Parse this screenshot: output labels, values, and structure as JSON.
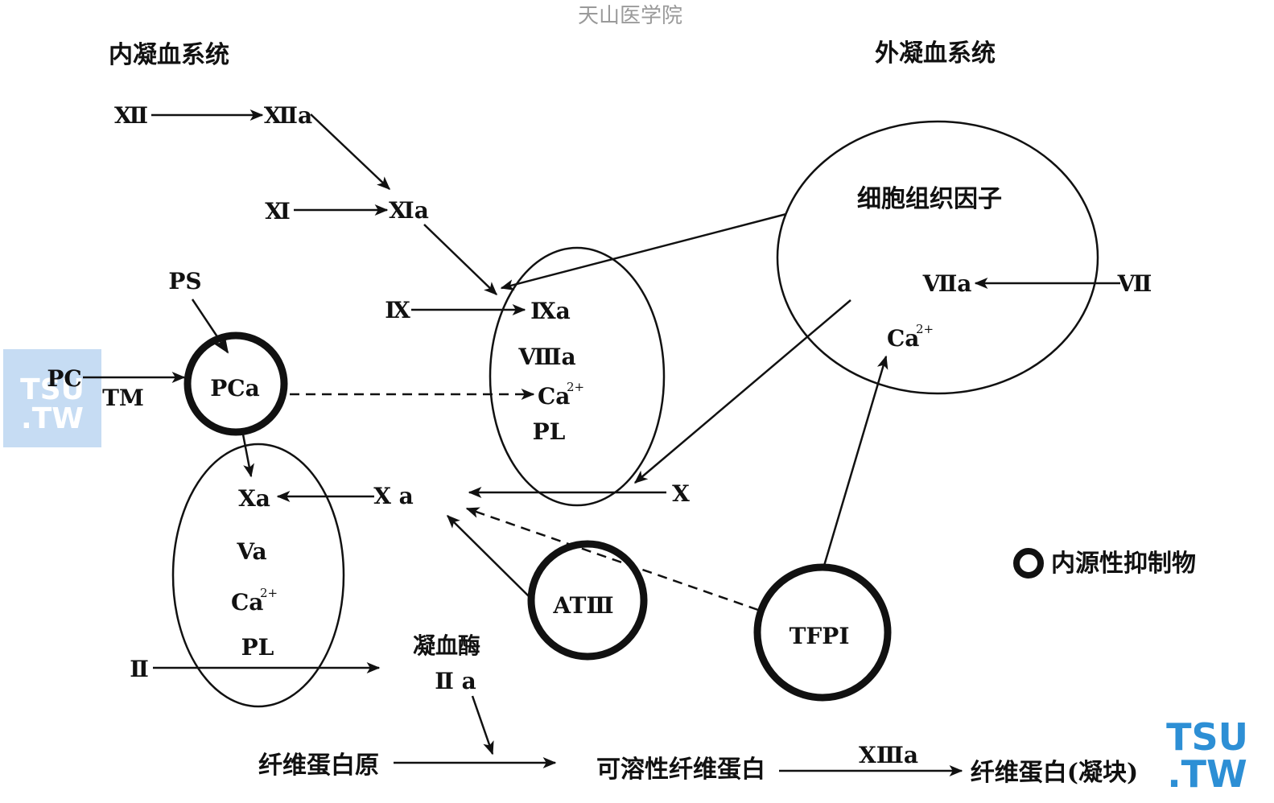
{
  "watermark": {
    "top_text": "天山医学院",
    "left_line1": "TSU",
    "left_line2": ".TW",
    "right_line1": "TSU",
    "right_line2": ".TW",
    "colors": {
      "blue": "#2d8fd5",
      "green": "#43b04a",
      "light_box": "#c6dcf3"
    }
  },
  "headers": {
    "intrinsic": "内凝血系统",
    "extrinsic": "外凝血系统"
  },
  "labels": {
    "f12": "Ⅻ",
    "f12a": "Ⅻa",
    "f11": "Ⅺ",
    "f11a": "Ⅺa",
    "f9": "Ⅸ",
    "f9a": "Ⅸa",
    "f8a": "Ⅷa",
    "ca": "Ca",
    "ca_sup": "2+",
    "pl": "PL",
    "ps": "PS",
    "pc": "PC",
    "tm": "TM",
    "pca": "PCa",
    "xa_inner": "Xa",
    "xa_mid": "X a",
    "x_right": "X",
    "va": "Va",
    "f2": "Ⅱ",
    "thrombin": "凝血酶",
    "f2a": "Ⅱ a",
    "tissue_factor": "细胞组织因子",
    "f7a": "Ⅶa",
    "f7": "Ⅶ",
    "at3": "ATⅢ",
    "tfpi": "TFPI",
    "legend": "内源性抑制物",
    "fibrinogen": "纤维蛋白原",
    "soluble_fibrin": "可溶性纤维蛋白",
    "f13a": "ⅩⅢa",
    "fibrin_clot": "纤维蛋白(凝块)"
  }
}
